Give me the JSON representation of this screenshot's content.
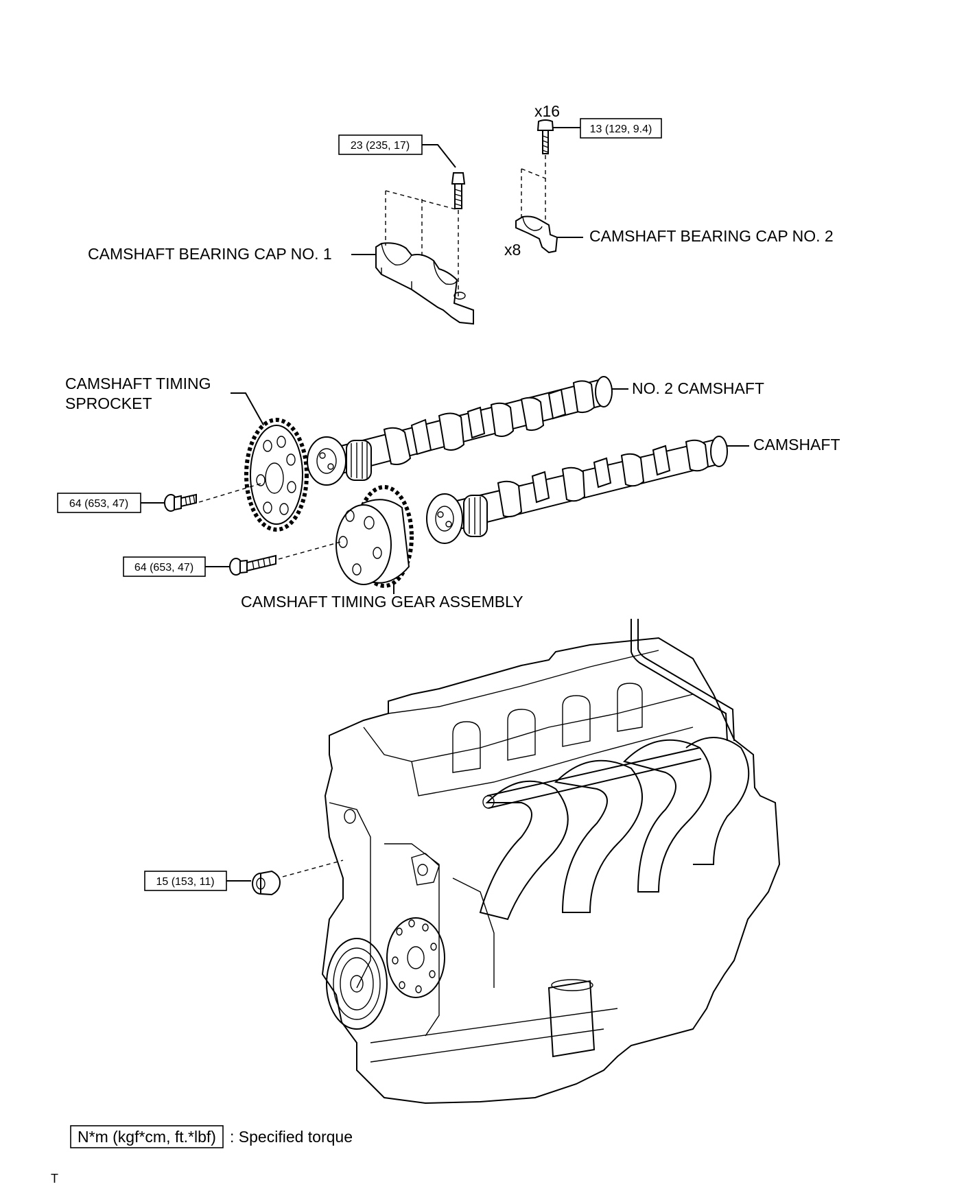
{
  "labels": {
    "bearing_cap_1": "CAMSHAFT BEARING CAP NO. 1",
    "bearing_cap_2": "CAMSHAFT BEARING CAP NO. 2",
    "timing_sprocket_line1": "CAMSHAFT TIMING",
    "timing_sprocket_line2": "SPROCKET",
    "no2_camshaft": "NO. 2 CAMSHAFT",
    "camshaft": "CAMSHAFT",
    "timing_gear_assembly": "CAMSHAFT TIMING GEAR ASSEMBLY"
  },
  "quantities": {
    "cap2_bolts": "x16",
    "cap2_caps": "x8"
  },
  "torque_specs": {
    "cap1_bolt": "23 (235, 17)",
    "cap2_bolt": "13 (129, 9.4)",
    "sprocket_bolt": "64 (653, 47)",
    "gear_bolt": "64 (653, 47)",
    "plug": "15 (153, 11)"
  },
  "legend": {
    "box_text": "N*m (kgf*cm, ft.*lbf)",
    "description": ": Specified torque"
  },
  "footer_mark": "T"
}
